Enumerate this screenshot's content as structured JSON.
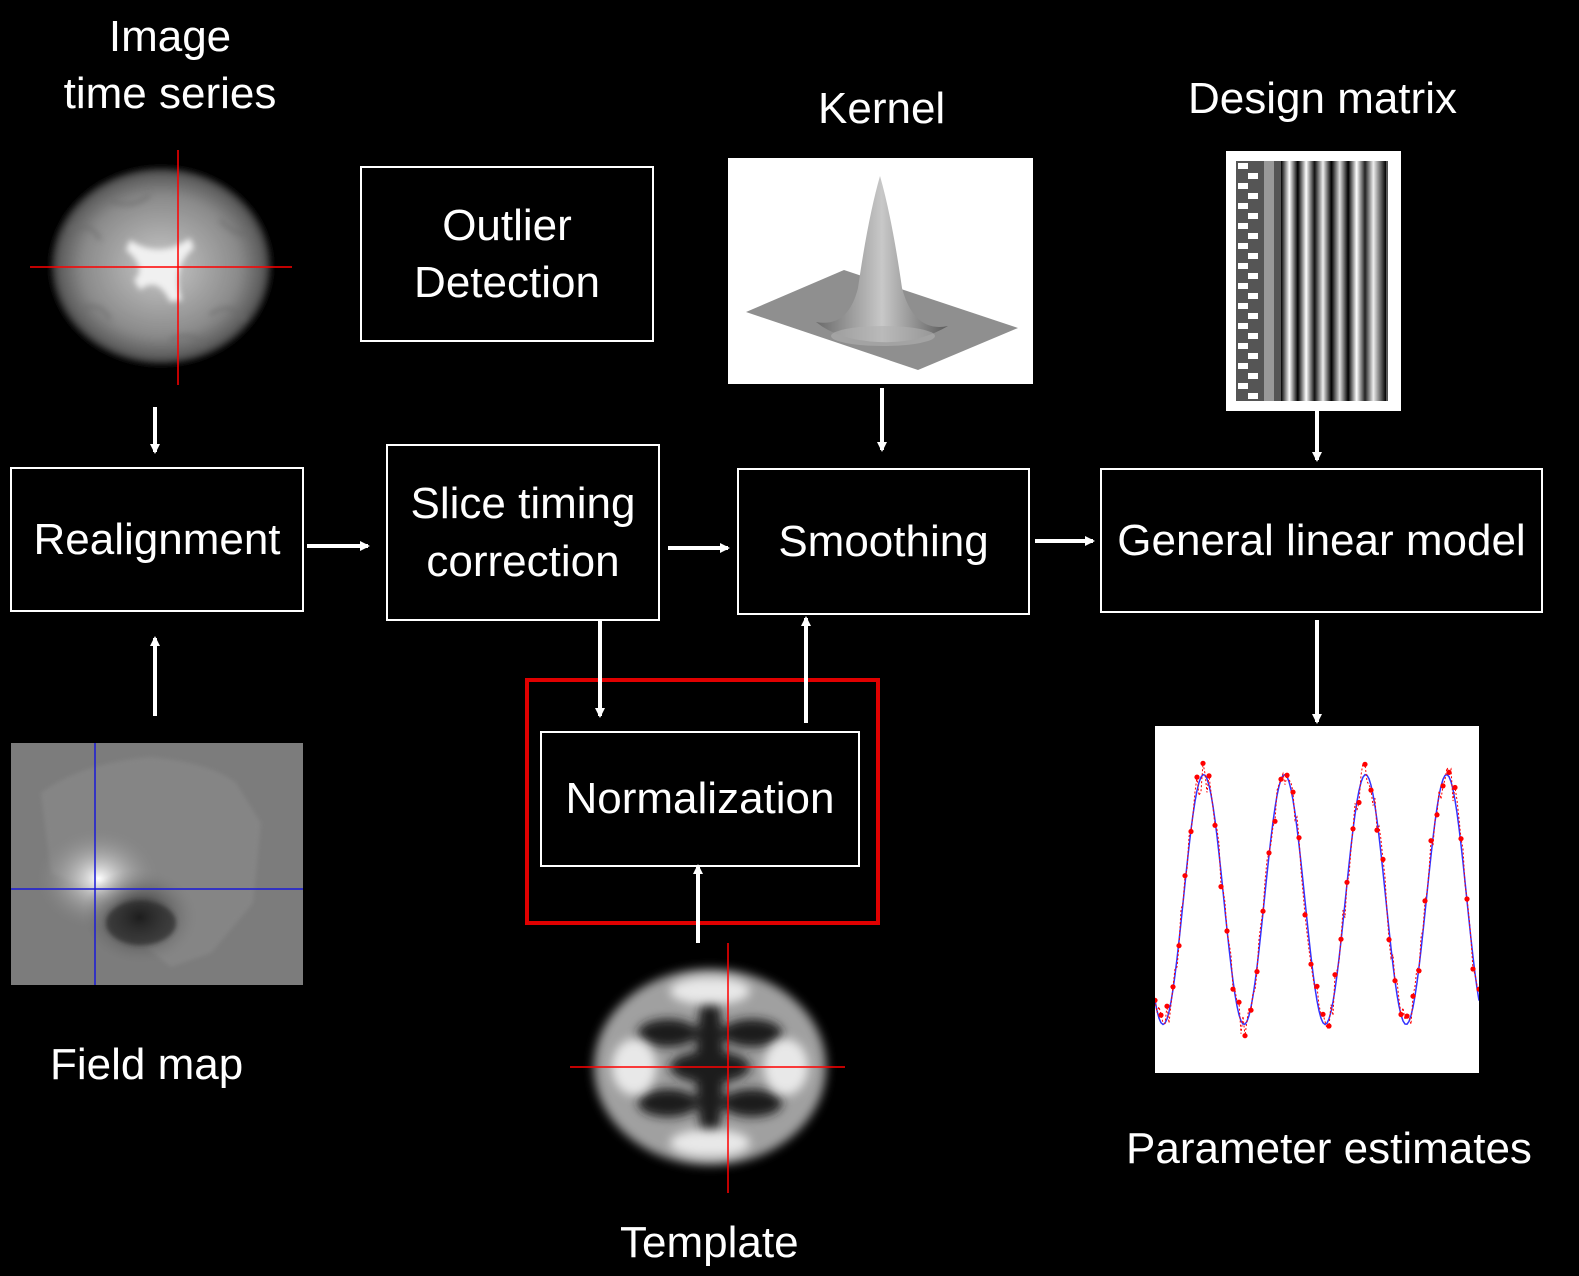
{
  "labels": {
    "image_time_series": "Image\ntime series",
    "kernel": "Kernel",
    "design_matrix": "Design matrix",
    "field_map": "Field map",
    "template": "Template",
    "parameter_estimates": "Parameter estimates"
  },
  "boxes": {
    "outlier_detection": "Outlier\nDetection",
    "realignment": "Realignment",
    "slice_timing": "Slice timing\ncorrection",
    "smoothing": "Smoothing",
    "glm": "General linear model",
    "normalization": "Normalization"
  },
  "colors": {
    "background": "#000000",
    "foreground": "#ffffff",
    "highlight": "#e00000",
    "crosshair_red": "#ff0000",
    "crosshair_blue": "#1a1ad8",
    "fit_line": "#3333ff",
    "data_points": "#ff0000"
  }
}
